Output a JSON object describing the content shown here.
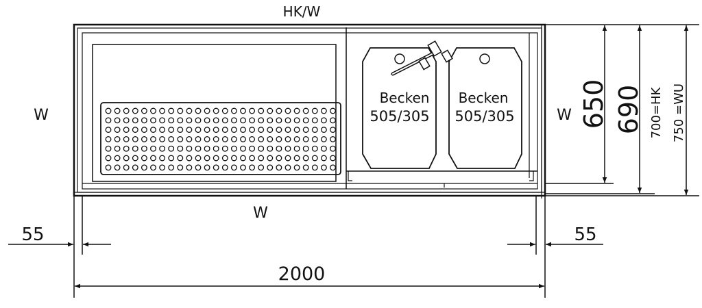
{
  "labels": {
    "top": "HK/W",
    "left_w": "W",
    "bottom_w": "W",
    "right_w": "W",
    "left_55": "55",
    "right_55": "55",
    "width": "2000"
  },
  "sinks": [
    {
      "name": "Becken",
      "size": "505/305"
    },
    {
      "name": "Becken",
      "size": "505/305"
    }
  ],
  "dimensions": {
    "d650": "650",
    "d690": "690",
    "d700": "700=HK",
    "d750": "750 =WU"
  },
  "colors": {
    "line": "#111111",
    "background": "#ffffff"
  }
}
